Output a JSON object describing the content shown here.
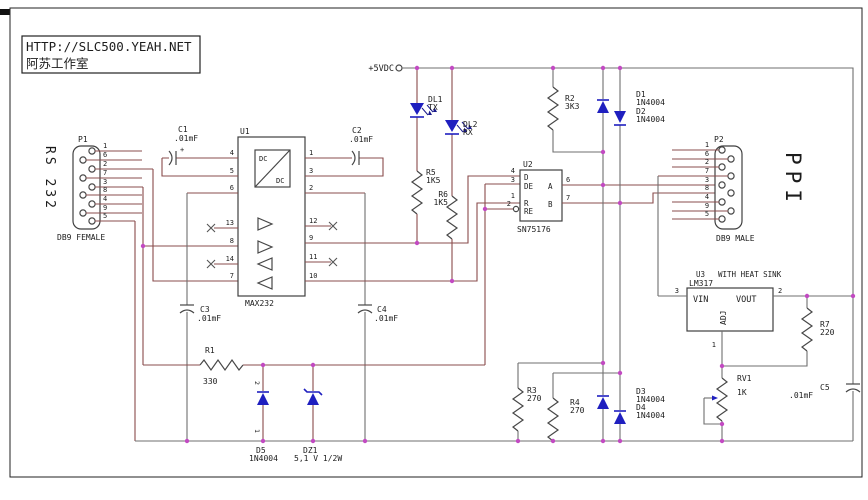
{
  "title": {
    "url": "HTTP://SLC500.YEAH.NET",
    "studio": "阿苏工作室"
  },
  "side_labels": {
    "left": "RS 232",
    "right": "PPI"
  },
  "power": {
    "rail": "+5VDC"
  },
  "connectors": {
    "p1": {
      "ref": "P1",
      "type": "DB9 FEMALE",
      "pins": [
        "1",
        "6",
        "2",
        "7",
        "3",
        "8",
        "4",
        "9",
        "5"
      ]
    },
    "p2": {
      "ref": "P2",
      "type": "DB9 MALE",
      "pins": [
        "1",
        "6",
        "2",
        "7",
        "3",
        "8",
        "4",
        "9",
        "5"
      ]
    }
  },
  "ics": {
    "u1": {
      "ref": "U1",
      "part": "MAX232",
      "left_pins": [
        "4",
        "5",
        "6",
        "13",
        "8",
        "14",
        "7"
      ],
      "right_pins": [
        "1",
        "3",
        "2",
        "12",
        "9",
        "11",
        "10"
      ],
      "dcdc": [
        "DC",
        "DC"
      ]
    },
    "u2": {
      "ref": "U2",
      "part": "SN75176",
      "pin_names": {
        "d": "D",
        "de": "DE",
        "r": "R",
        "re": "RE",
        "a": "A",
        "b": "B"
      },
      "pin_numbers": {
        "d": "4",
        "de": "3",
        "r": "1",
        "re": "2",
        "a": "6",
        "b": "7"
      }
    },
    "u3": {
      "ref": "U3",
      "note": "WITH HEAT SINK",
      "part": "LM317",
      "pins": {
        "vin": "VIN",
        "vout": "VOUT",
        "adj": "ADJ"
      },
      "pin_numbers": {
        "vin": "3",
        "vout": "2",
        "adj": "1"
      }
    }
  },
  "resistors": {
    "r1": {
      "ref": "R1",
      "value": "330"
    },
    "r2": {
      "ref": "R2",
      "value": "3K3"
    },
    "r3": {
      "ref": "R3",
      "value": "270"
    },
    "r4": {
      "ref": "R4",
      "value": "270"
    },
    "r5": {
      "ref": "R5",
      "value": "1K5"
    },
    "r6": {
      "ref": "R6",
      "value": "1K5"
    },
    "r7": {
      "ref": "R7",
      "value": "220"
    },
    "rv1": {
      "ref": "RV1",
      "value": "1K"
    }
  },
  "capacitors": {
    "c1": {
      "ref": "C1",
      "value": ".01mF",
      "polarity": "+"
    },
    "c2": {
      "ref": "C2",
      "value": ".01mF"
    },
    "c3": {
      "ref": "C3",
      "value": ".01mF"
    },
    "c4": {
      "ref": "C4",
      "value": ".01mF"
    },
    "c5": {
      "ref": "C5",
      "value": ".01mF"
    }
  },
  "diodes": {
    "d1": {
      "ref": "D1",
      "value": "1N4004"
    },
    "d2": {
      "ref": "D2",
      "value": "1N4004"
    },
    "d3": {
      "ref": "D3",
      "value": "1N4004"
    },
    "d4": {
      "ref": "D4",
      "value": "1N4004"
    },
    "d5": {
      "ref": "D5",
      "value": "1N4004",
      "pin_top": "2",
      "pin_bottom": "1"
    },
    "dz1": {
      "ref": "DZ1",
      "value": "5,1 V 1/2W"
    }
  },
  "leds": {
    "dl1": {
      "ref": "DL1",
      "value": "TX"
    },
    "dl2": {
      "ref": "DL2",
      "value": "RX"
    }
  },
  "colors": {
    "wire_signal": "#8a4c4c",
    "wire_power": "#6f6f6f",
    "diode_blue": "#1f1fbf",
    "junction_dot": "#c24ac2",
    "outline": "#3f3f3f",
    "text": "#1c1c1c",
    "background": "#ffffff"
  }
}
